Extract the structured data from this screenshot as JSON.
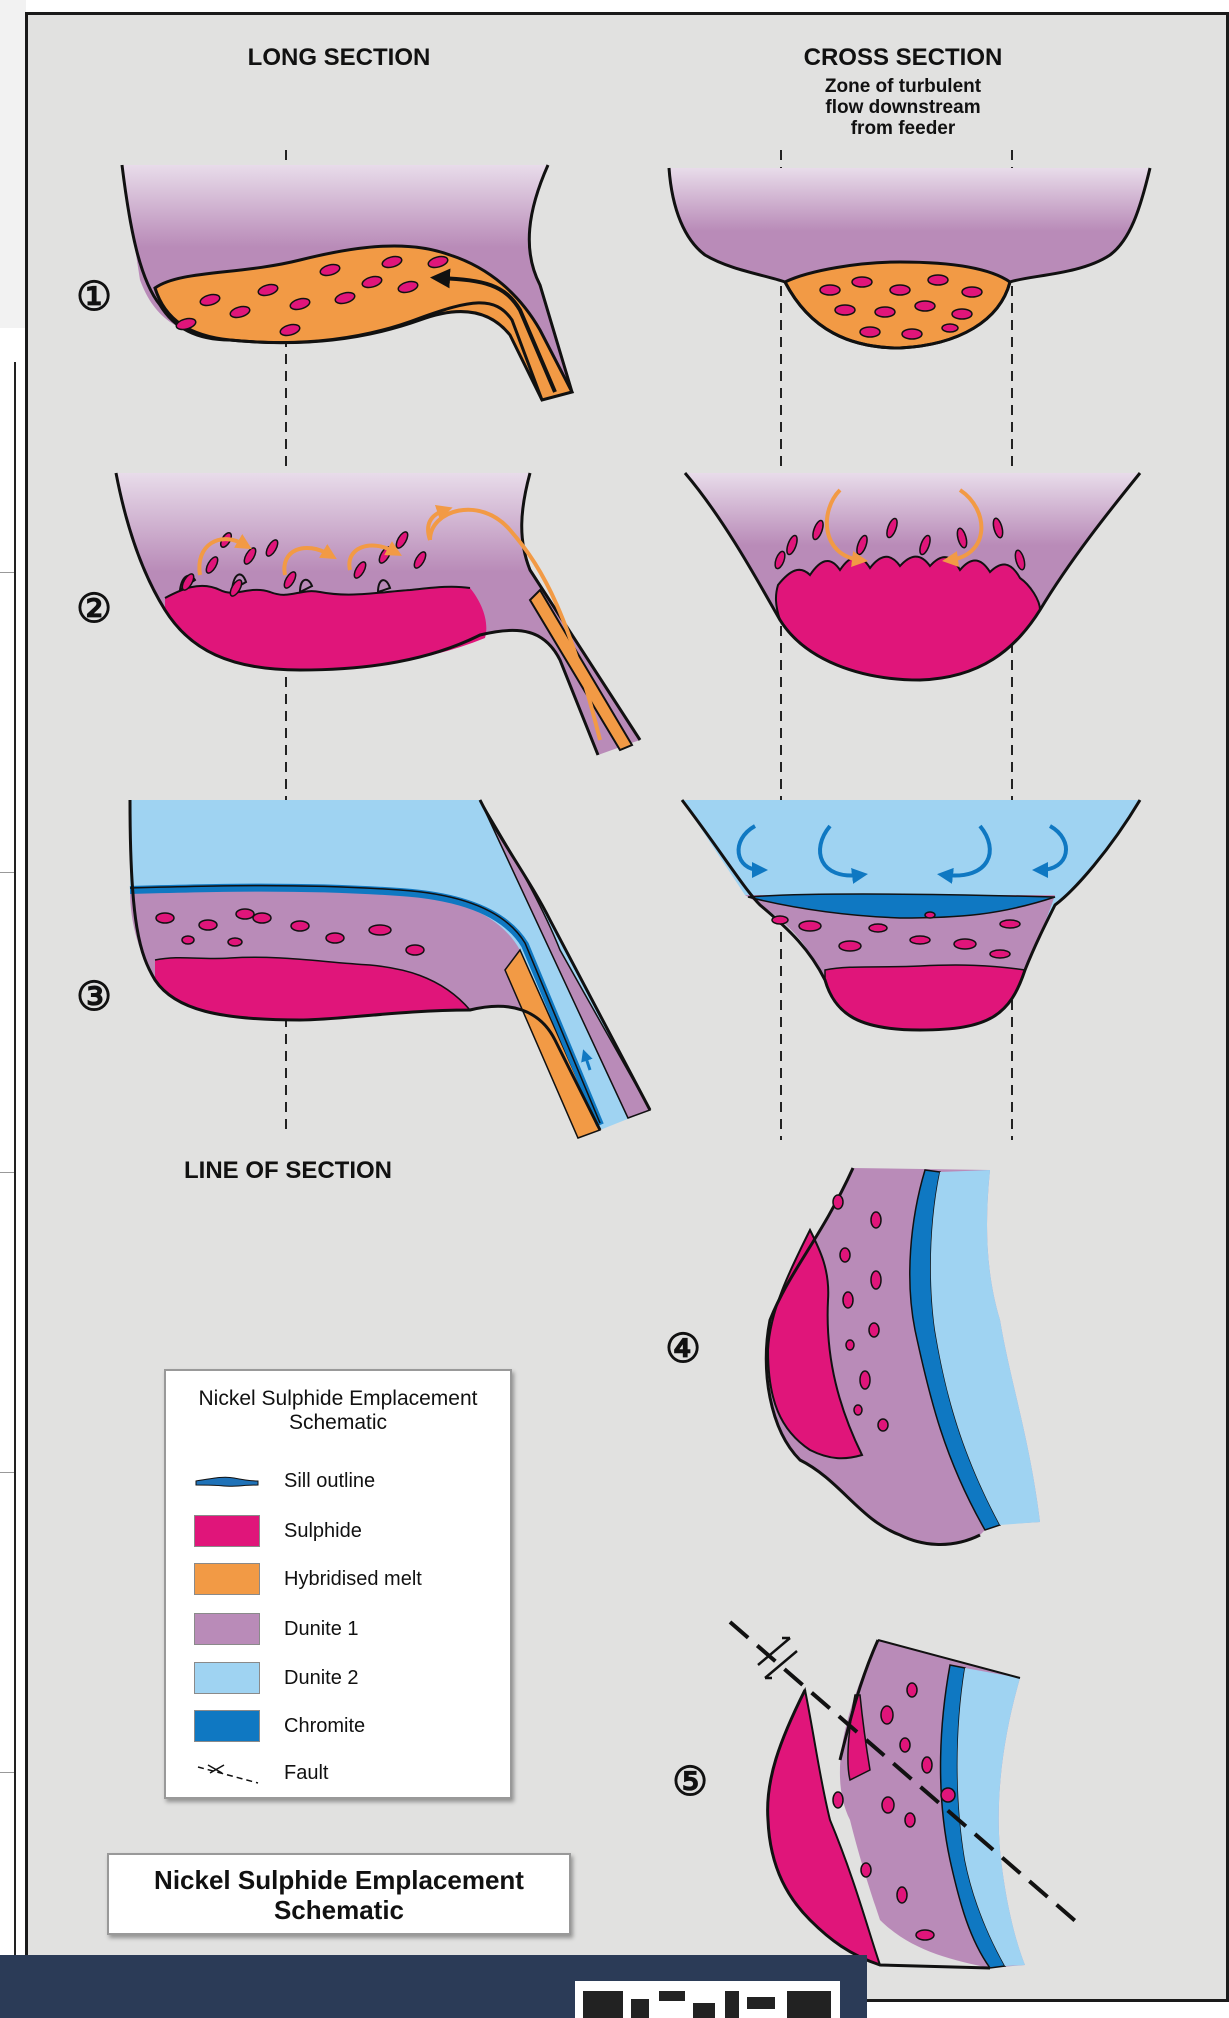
{
  "headers": {
    "long_section": "LONG SECTION",
    "cross_section": "CROSS SECTION",
    "cross_sub_1": "Zone of turbulent",
    "cross_sub_2": "flow downstream",
    "cross_sub_3": "from feeder",
    "line_of_section": "LINE OF SECTION"
  },
  "steps": [
    "①",
    "②",
    "③",
    "④",
    "⑤"
  ],
  "legend": {
    "title_line1": "Nickel Sulphide Emplacement",
    "title_line2": "Schematic",
    "items": [
      {
        "label": "Sill outline",
        "color": "#1f72b8"
      },
      {
        "label": "Sulphide",
        "color": "#e0157a"
      },
      {
        "label": "Hybridised melt",
        "color": "#f29a45"
      },
      {
        "label": "Dunite 1",
        "color": "#b98bb8"
      },
      {
        "label": "Dunite 2",
        "color": "#9fd3f2"
      },
      {
        "label": "Chromite",
        "color": "#0f78c2"
      },
      {
        "label": "Fault",
        "color": "#111111"
      }
    ]
  },
  "title_box": {
    "line1": "Nickel Sulphide Emplacement",
    "line2": "Schematic"
  },
  "colors": {
    "background": "#e1e1e0",
    "sulphide": "#e0157a",
    "hybridised_melt": "#f29a45",
    "dunite_1": "#b98bb8",
    "dunite_2": "#9fd3f2",
    "chromite": "#0f78c2",
    "bottom_bar": "#2b3b57"
  }
}
